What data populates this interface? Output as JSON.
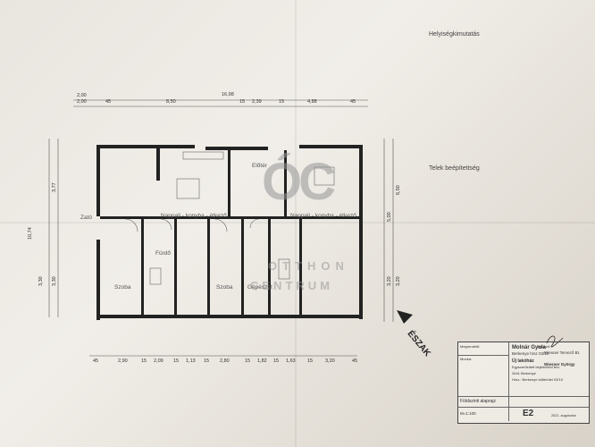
{
  "headings": {
    "helyiseg": "Helyiségkimutatás",
    "telek": "Telek beépítettség"
  },
  "north": "ÉSZAK",
  "watermark": {
    "logo": "ÓC",
    "line1": "OTTHON",
    "line2": "CENTRUM"
  },
  "rooms": {
    "nappali_left": "Nappali - konyha - étkező",
    "nappali_right": "Nappali - konyha - étkező",
    "eloter": "Előtér",
    "furdo": "Fürdő",
    "szoba1": "Szoba",
    "szoba2": "Szoba",
    "gepeszet": "Gépészet",
    "zato": "Zató"
  },
  "dims": {
    "top_total": "16,98",
    "top_left": "2,00",
    "top_a": "2,00",
    "top_b": "45",
    "top_c": "8,50",
    "top_d": "15",
    "top_e": "2,39",
    "top_f": "15",
    "top_g": "4,88",
    "top_h": "45",
    "bottom_a": "45",
    "bottom_b": "2,90",
    "bottom_c": "15",
    "bottom_d": "2,09",
    "bottom_e": "15",
    "bottom_f": "1,13",
    "bottom_g": "15",
    "bottom_h": "2,80",
    "bottom_i": "15",
    "bottom_j": "1,82",
    "bottom_k": "15",
    "bottom_l": "1,63",
    "bottom_m": "15",
    "bottom_n": "3,20",
    "bottom_o": "45",
    "left_a": "10,74",
    "left_b": "3,30",
    "left_c": "3,30",
    "left_d": "3,77",
    "right_a": "6,50",
    "right_b": "5,00",
    "right_c": "3,20",
    "right_d": "3,20"
  },
  "title_block": {
    "owner_label": "Megrendelő:",
    "owner_name": "Molnár Gyula",
    "owner_addr": "Berkenye hrsz 03/10",
    "project_label": "Munka:",
    "project_line1": "Új lakóház",
    "project_line2": "Egyszerűsített bejelentési terv",
    "project_line3": "2641 Berkenye",
    "project_line4": "Hrsz.: Berkenye külterület 03/10",
    "drawing_name": "Földszinti alaprajz",
    "scale": "M=1:100",
    "sheet_no": "E2",
    "designer_label": "Tervező:",
    "designer_name": "Wiesner Tervező Bt.",
    "engineer_name": "Wiesner György",
    "date": "2021. augusztus"
  }
}
